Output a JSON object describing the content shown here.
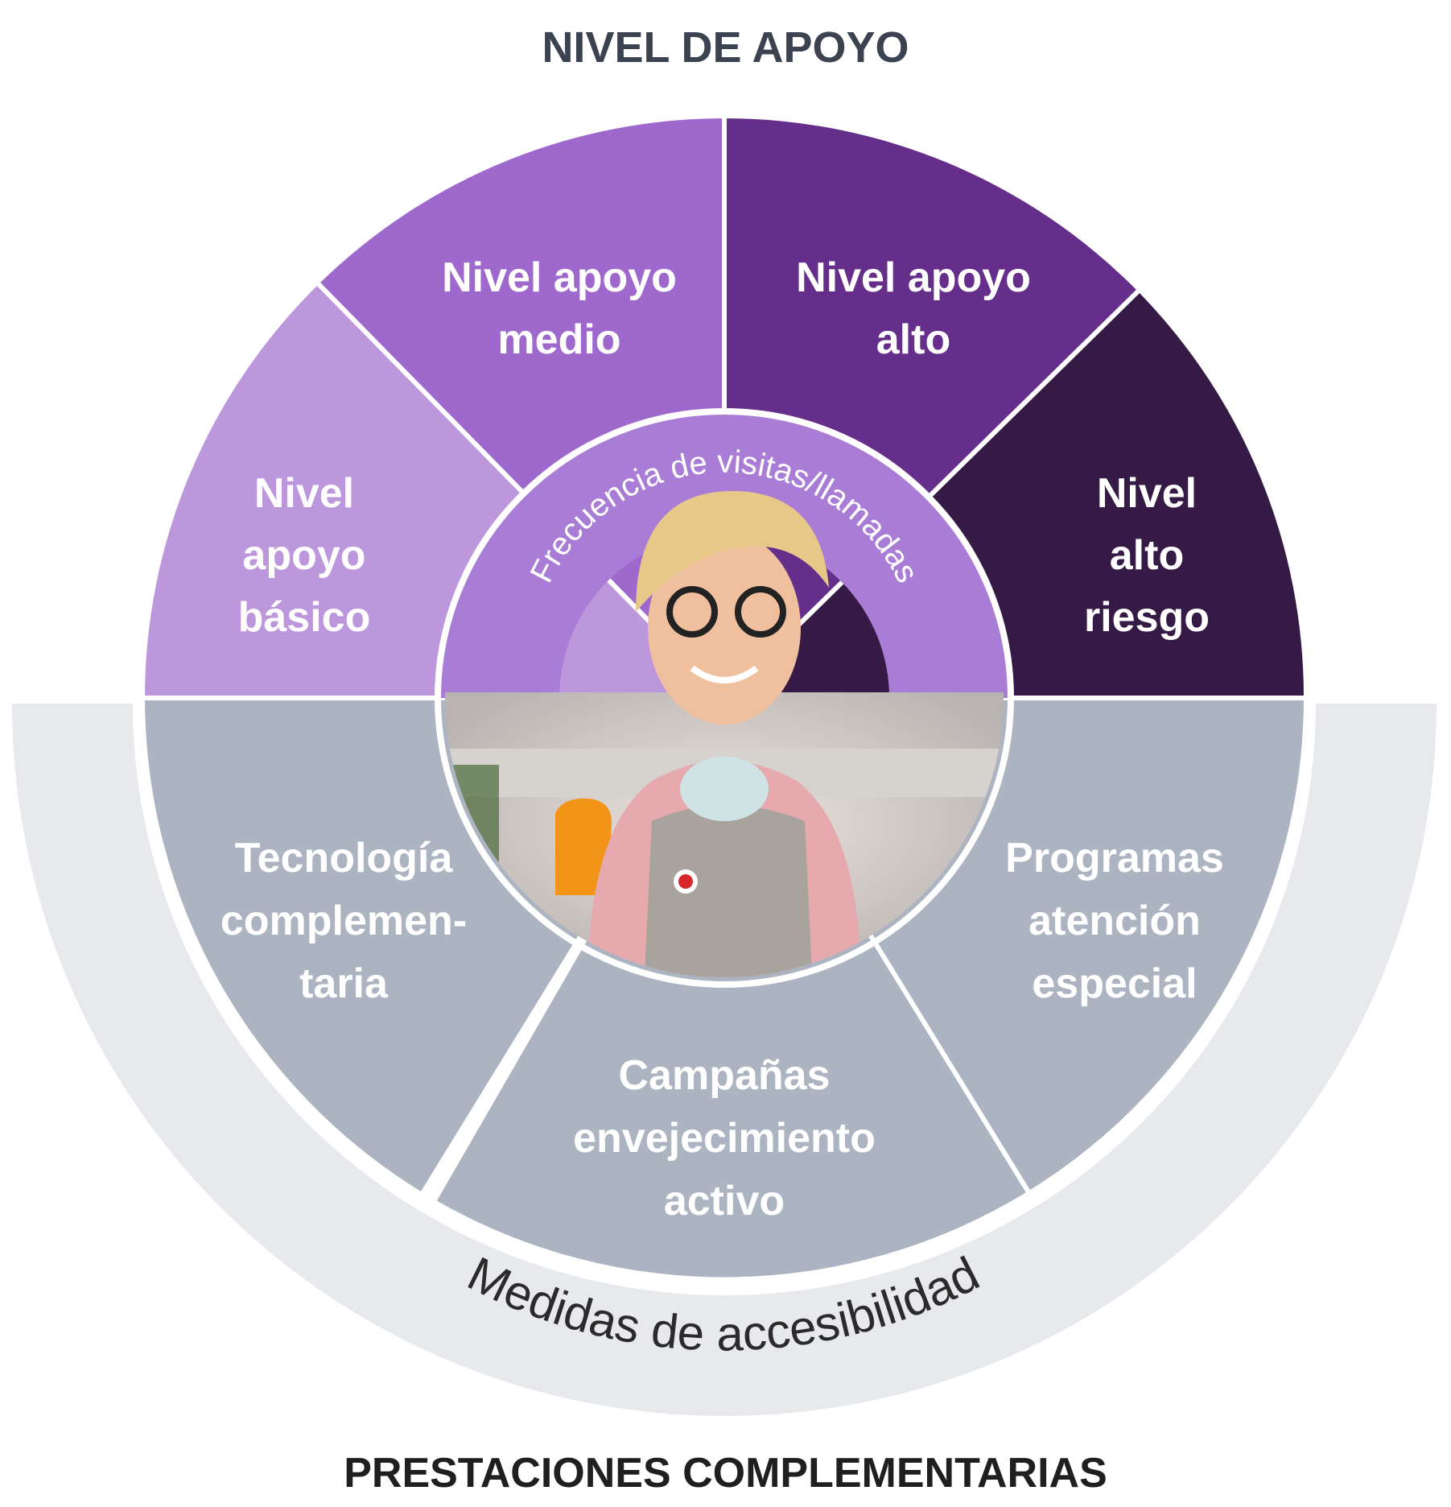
{
  "title_top": "NIVEL DE APOYO",
  "title_bottom": "PRESTACIONES COMPLEMENTARIAS",
  "support_levels": [
    {
      "lines": [
        "Nivel",
        "apoyo",
        "básico"
      ],
      "color": "#bd97dc"
    },
    {
      "lines": [
        "Nivel apoyo",
        "medio"
      ],
      "color": "#9e68cc"
    },
    {
      "lines": [
        "Nivel apoyo",
        "alto"
      ],
      "color": "#652e8b"
    },
    {
      "lines": [
        "Nivel",
        "alto",
        "riesgo"
      ],
      "color": "#341a45"
    }
  ],
  "services": [
    {
      "lines": [
        "Tecnología",
        "complemen-",
        "taria"
      ]
    },
    {
      "lines": [
        "Campañas",
        "envejecimiento",
        "activo"
      ]
    },
    {
      "lines": [
        "Programas",
        "atención",
        "especial"
      ]
    }
  ],
  "inner_ring_text": "Frecuencia de visitas/llamadas",
  "outer_band_text": "Medidas de accesibilidad",
  "colors": {
    "service_segment": "#abb4c0",
    "outer_band": "#e8e9ed",
    "inner_ring": "#a97dd6",
    "separator": "#ffffff"
  }
}
